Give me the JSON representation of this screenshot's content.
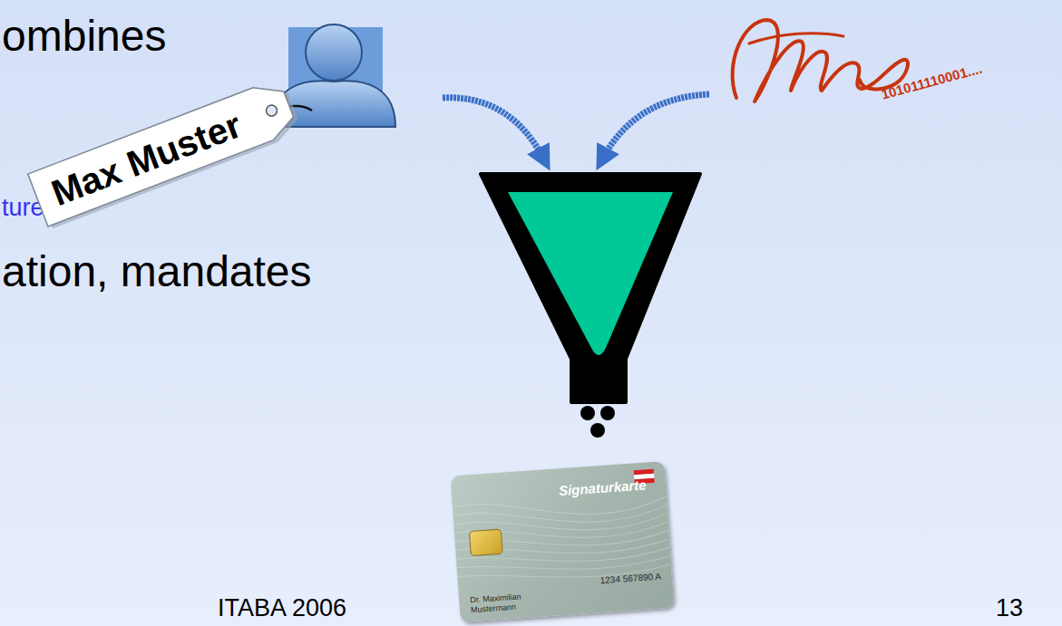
{
  "diagram": {
    "nodes": [
      {
        "text": [
          "Max Muster"
        ]
      },
      {
        "text": [
          "Signaturkarte",
          "1234 567890 A",
          "Dr. Maximilian Mustermann"
        ]
      }
    ],
    "labels": [
      "ombines",
      "ture",
      "ation, mandates",
      "101011110001....",
      "ITABA 2006",
      "13"
    ]
  }
}
